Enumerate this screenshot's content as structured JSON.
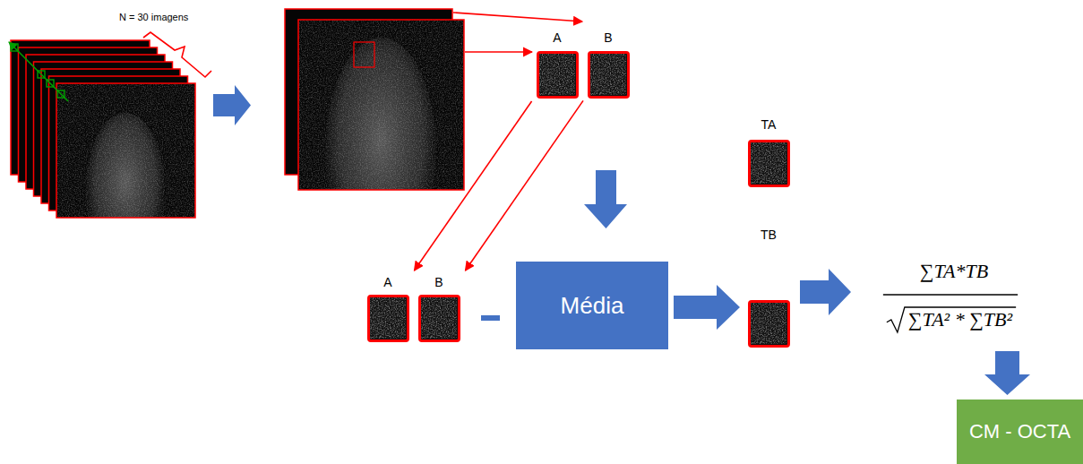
{
  "diagram": {
    "nodes": [
      {
        "text": [
          "A"
        ]
      },
      {
        "text": [
          "B"
        ]
      },
      {
        "text": [
          "A"
        ]
      },
      {
        "text": [
          "B"
        ]
      },
      {
        "text": [
          "Média"
        ]
      },
      {
        "text": [
          "TA"
        ]
      },
      {
        "text": [
          "TB"
        ]
      },
      {
        "text": [
          "CM - OCTA"
        ]
      }
    ],
    "edges": [
      {
        "from": 0,
        "to": 2,
        "arrow": "to"
      },
      {
        "from": 1,
        "to": 3,
        "arrow": "to"
      }
    ],
    "labels": [
      "N = 30 imagens",
      "∑TA*TB",
      "∑TA² * ∑TB²"
    ]
  }
}
